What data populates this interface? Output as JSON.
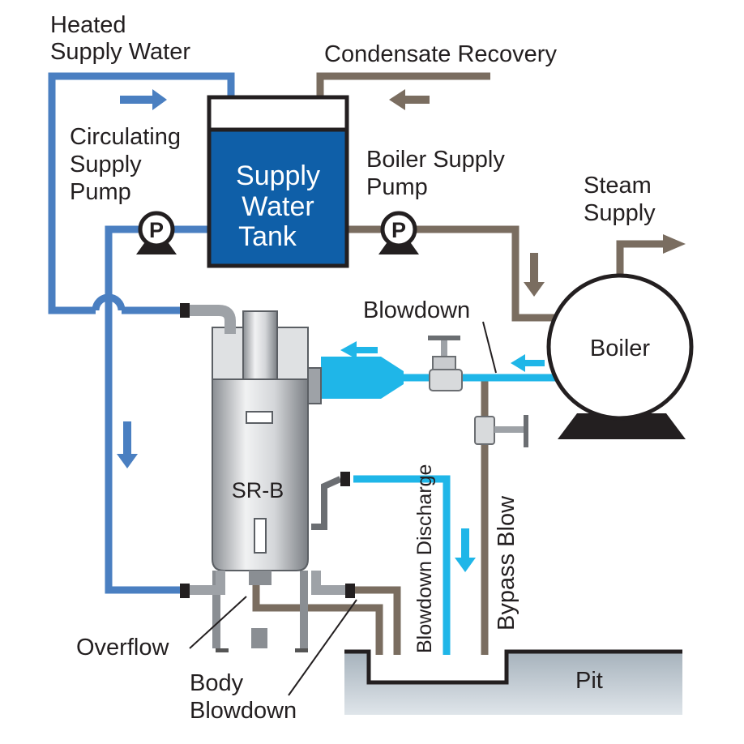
{
  "labels": {
    "heated_supply_water_1": "Heated",
    "heated_supply_water_2": "Supply Water",
    "condensate_recovery": "Condensate Recovery",
    "circulating_pump_1": "Circulating",
    "circulating_pump_2": "Supply",
    "circulating_pump_3": "Pump",
    "boiler_supply_pump_1": "Boiler Supply",
    "boiler_supply_pump_2": "Pump",
    "steam_supply_1": "Steam",
    "steam_supply_2": "Supply",
    "blowdown": "Blowdown",
    "boiler": "Boiler",
    "unit_name": "SR-B",
    "blowdown_discharge": "Blowdown Discharge",
    "bypass_blow": "Bypass Blow",
    "overflow": "Overflow",
    "body_blowdown_1": "Body",
    "body_blowdown_2": "Blowdown",
    "pit": "Pit"
  },
  "tank": {
    "line1": "Supply",
    "line2": "Water",
    "line3": "Tank"
  },
  "pumps": {
    "circulating_symbol": "P",
    "boiler_supply_symbol": "P"
  },
  "colors": {
    "blue_pipe": "#4a7fc1",
    "cyan_pipe": "#1fb6e8",
    "gray_pipe": "#7a6d60",
    "tank_fill": "#0f5fa8",
    "pit_fill": "#b8c3cc"
  }
}
